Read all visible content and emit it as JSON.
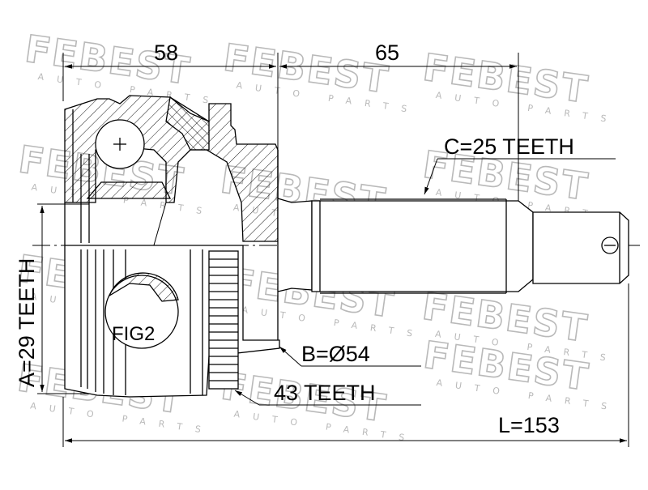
{
  "watermark": {
    "brand": "FEBEST",
    "sub": "AUTO PARTS"
  },
  "dimensions": {
    "length_left": "58",
    "length_right": "65",
    "total_length": "L=153",
    "outer_spline": "C=25 TEETH",
    "inner_spline": "A=29 TEETH",
    "abs_diameter": "B=Ø54",
    "abs_teeth": "43 TEETH",
    "detail_ref": "FIG2"
  },
  "colors": {
    "line": "#000000",
    "watermark": "#b9b9b9",
    "background": "#ffffff"
  }
}
